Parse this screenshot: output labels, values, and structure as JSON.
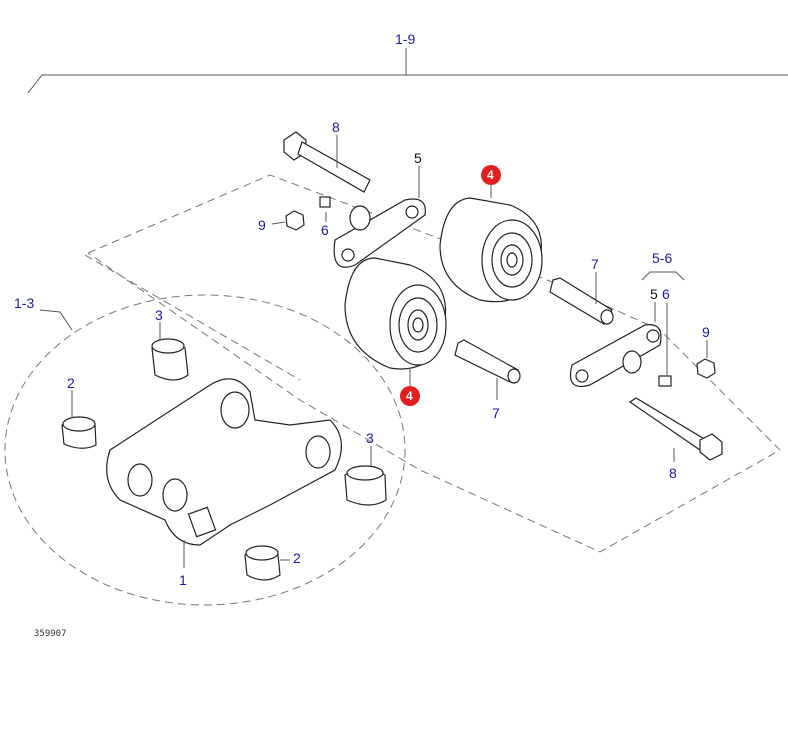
{
  "diagram": {
    "assembly_label": "1-9",
    "subassembly_labels": {
      "frame": "1-3",
      "bracket": "5-6"
    },
    "callouts": {
      "bolt_top": "8",
      "bracket_top": "5",
      "roller_top": "4",
      "nut_left": "9",
      "grease_left": "6",
      "pin_right": "7",
      "bracket_right": "5",
      "grease_right": "6",
      "nut_right": "9",
      "bush_3_top": "3",
      "roller_bottom": "4",
      "bush_2_left": "2",
      "pin_bottom": "7",
      "bush_3_right": "3",
      "bolt_bottom": "8",
      "bush_2_bottom": "2",
      "frame": "1"
    },
    "reference_number": "359907",
    "colors": {
      "callout": "#1a1aa6",
      "highlight": "#e02020"
    }
  }
}
